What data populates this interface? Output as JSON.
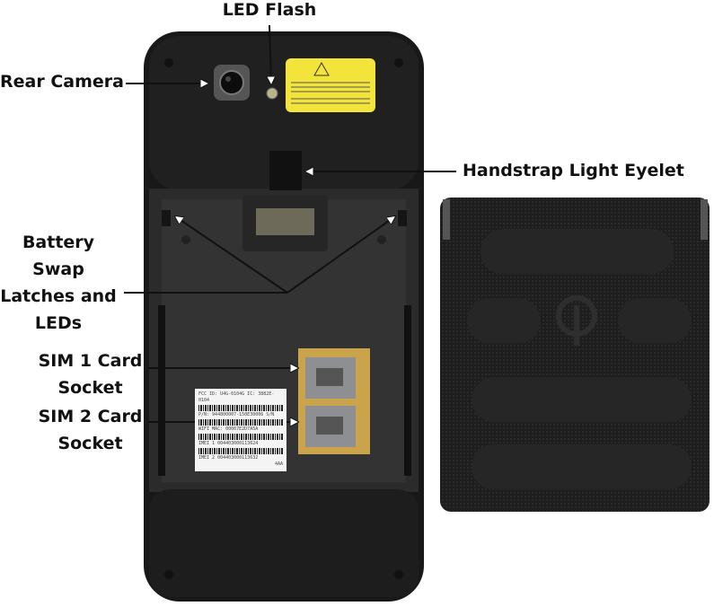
{
  "labels": {
    "led_flash": "LED Flash",
    "rear_camera": "Rear Camera",
    "handstrap": "Handstrap Light Eyelet",
    "battery_latches": [
      "Battery",
      "Swap",
      "Latches and",
      "LEDs"
    ],
    "sim1": [
      "SIM 1 Card",
      "Socket"
    ],
    "sim2": [
      "SIM 2 Card",
      "Socket"
    ]
  },
  "sticker": {
    "line1": "FCC ID: U4G-0104G   IC: 3882E-0104",
    "line2": "P/N: 944800007-150E30006   S/N",
    "line3": "WIFI MAC: 00067E2D7A5A",
    "line4": "IMEI 1  004403000113624",
    "line5": "IMEI 2  004403000113632",
    "line6": "4AA"
  },
  "colors": {
    "device": "#1c1c1c",
    "warning_label": "#f2e43a",
    "sim_board": "#c9a44a"
  }
}
